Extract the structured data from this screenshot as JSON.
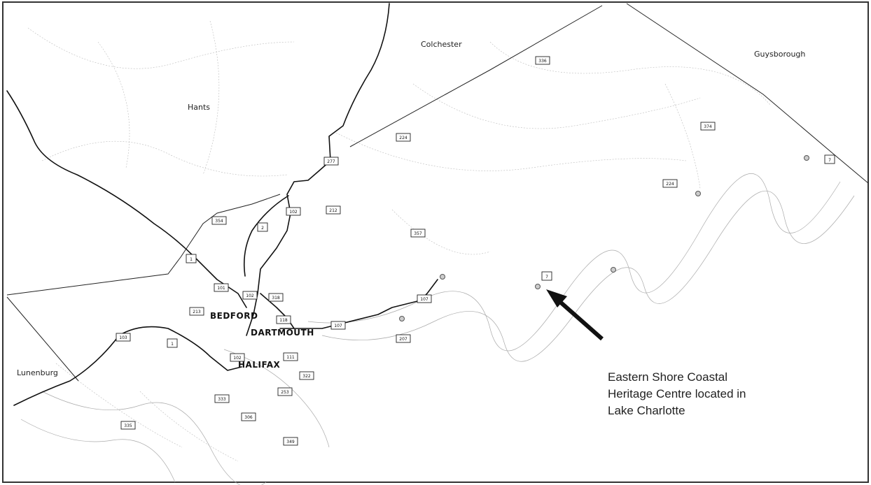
{
  "regions": [
    {
      "id": "colchester",
      "label": "Colchester"
    },
    {
      "id": "guysborough",
      "label": "Guysborough"
    },
    {
      "id": "hants",
      "label": "Hants"
    },
    {
      "id": "lunenburg",
      "label": "Lunenburg"
    }
  ],
  "cities": [
    {
      "id": "bedford",
      "label": "BEDFORD"
    },
    {
      "id": "dartmouth",
      "label": "DARTMOUTH"
    },
    {
      "id": "halifax",
      "label": "HALIFAX"
    }
  ],
  "route_shields": [
    {
      "id": "r336",
      "label": "336"
    },
    {
      "id": "r374",
      "label": "374"
    },
    {
      "id": "r224",
      "label": "224"
    },
    {
      "id": "r224b",
      "label": "224"
    },
    {
      "id": "r277",
      "label": "277"
    },
    {
      "id": "r212",
      "label": "212"
    },
    {
      "id": "r357",
      "label": "357"
    },
    {
      "id": "r354",
      "label": "354"
    },
    {
      "id": "r2",
      "label": "2"
    },
    {
      "id": "r102a",
      "label": "102"
    },
    {
      "id": "r1a",
      "label": "1"
    },
    {
      "id": "r101",
      "label": "101"
    },
    {
      "id": "r102b",
      "label": "102"
    },
    {
      "id": "r213",
      "label": "213"
    },
    {
      "id": "r118",
      "label": "118"
    },
    {
      "id": "r318",
      "label": "318"
    },
    {
      "id": "r107a",
      "label": "107"
    },
    {
      "id": "r107b",
      "label": "107"
    },
    {
      "id": "r207",
      "label": "207"
    },
    {
      "id": "r7a",
      "label": "7"
    },
    {
      "id": "r7b",
      "label": "7"
    },
    {
      "id": "r103",
      "label": "103"
    },
    {
      "id": "r1b",
      "label": "1"
    },
    {
      "id": "r111",
      "label": "111"
    },
    {
      "id": "r102c",
      "label": "102"
    },
    {
      "id": "r322",
      "label": "322"
    },
    {
      "id": "r253",
      "label": "253"
    },
    {
      "id": "r333",
      "label": "333"
    },
    {
      "id": "r306",
      "label": "306"
    },
    {
      "id": "r335",
      "label": "335"
    },
    {
      "id": "r349",
      "label": "349"
    }
  ],
  "callout": {
    "lines": [
      "Eastern Shore Coastal",
      "Heritage Centre located in",
      "Lake Charlotte"
    ]
  }
}
